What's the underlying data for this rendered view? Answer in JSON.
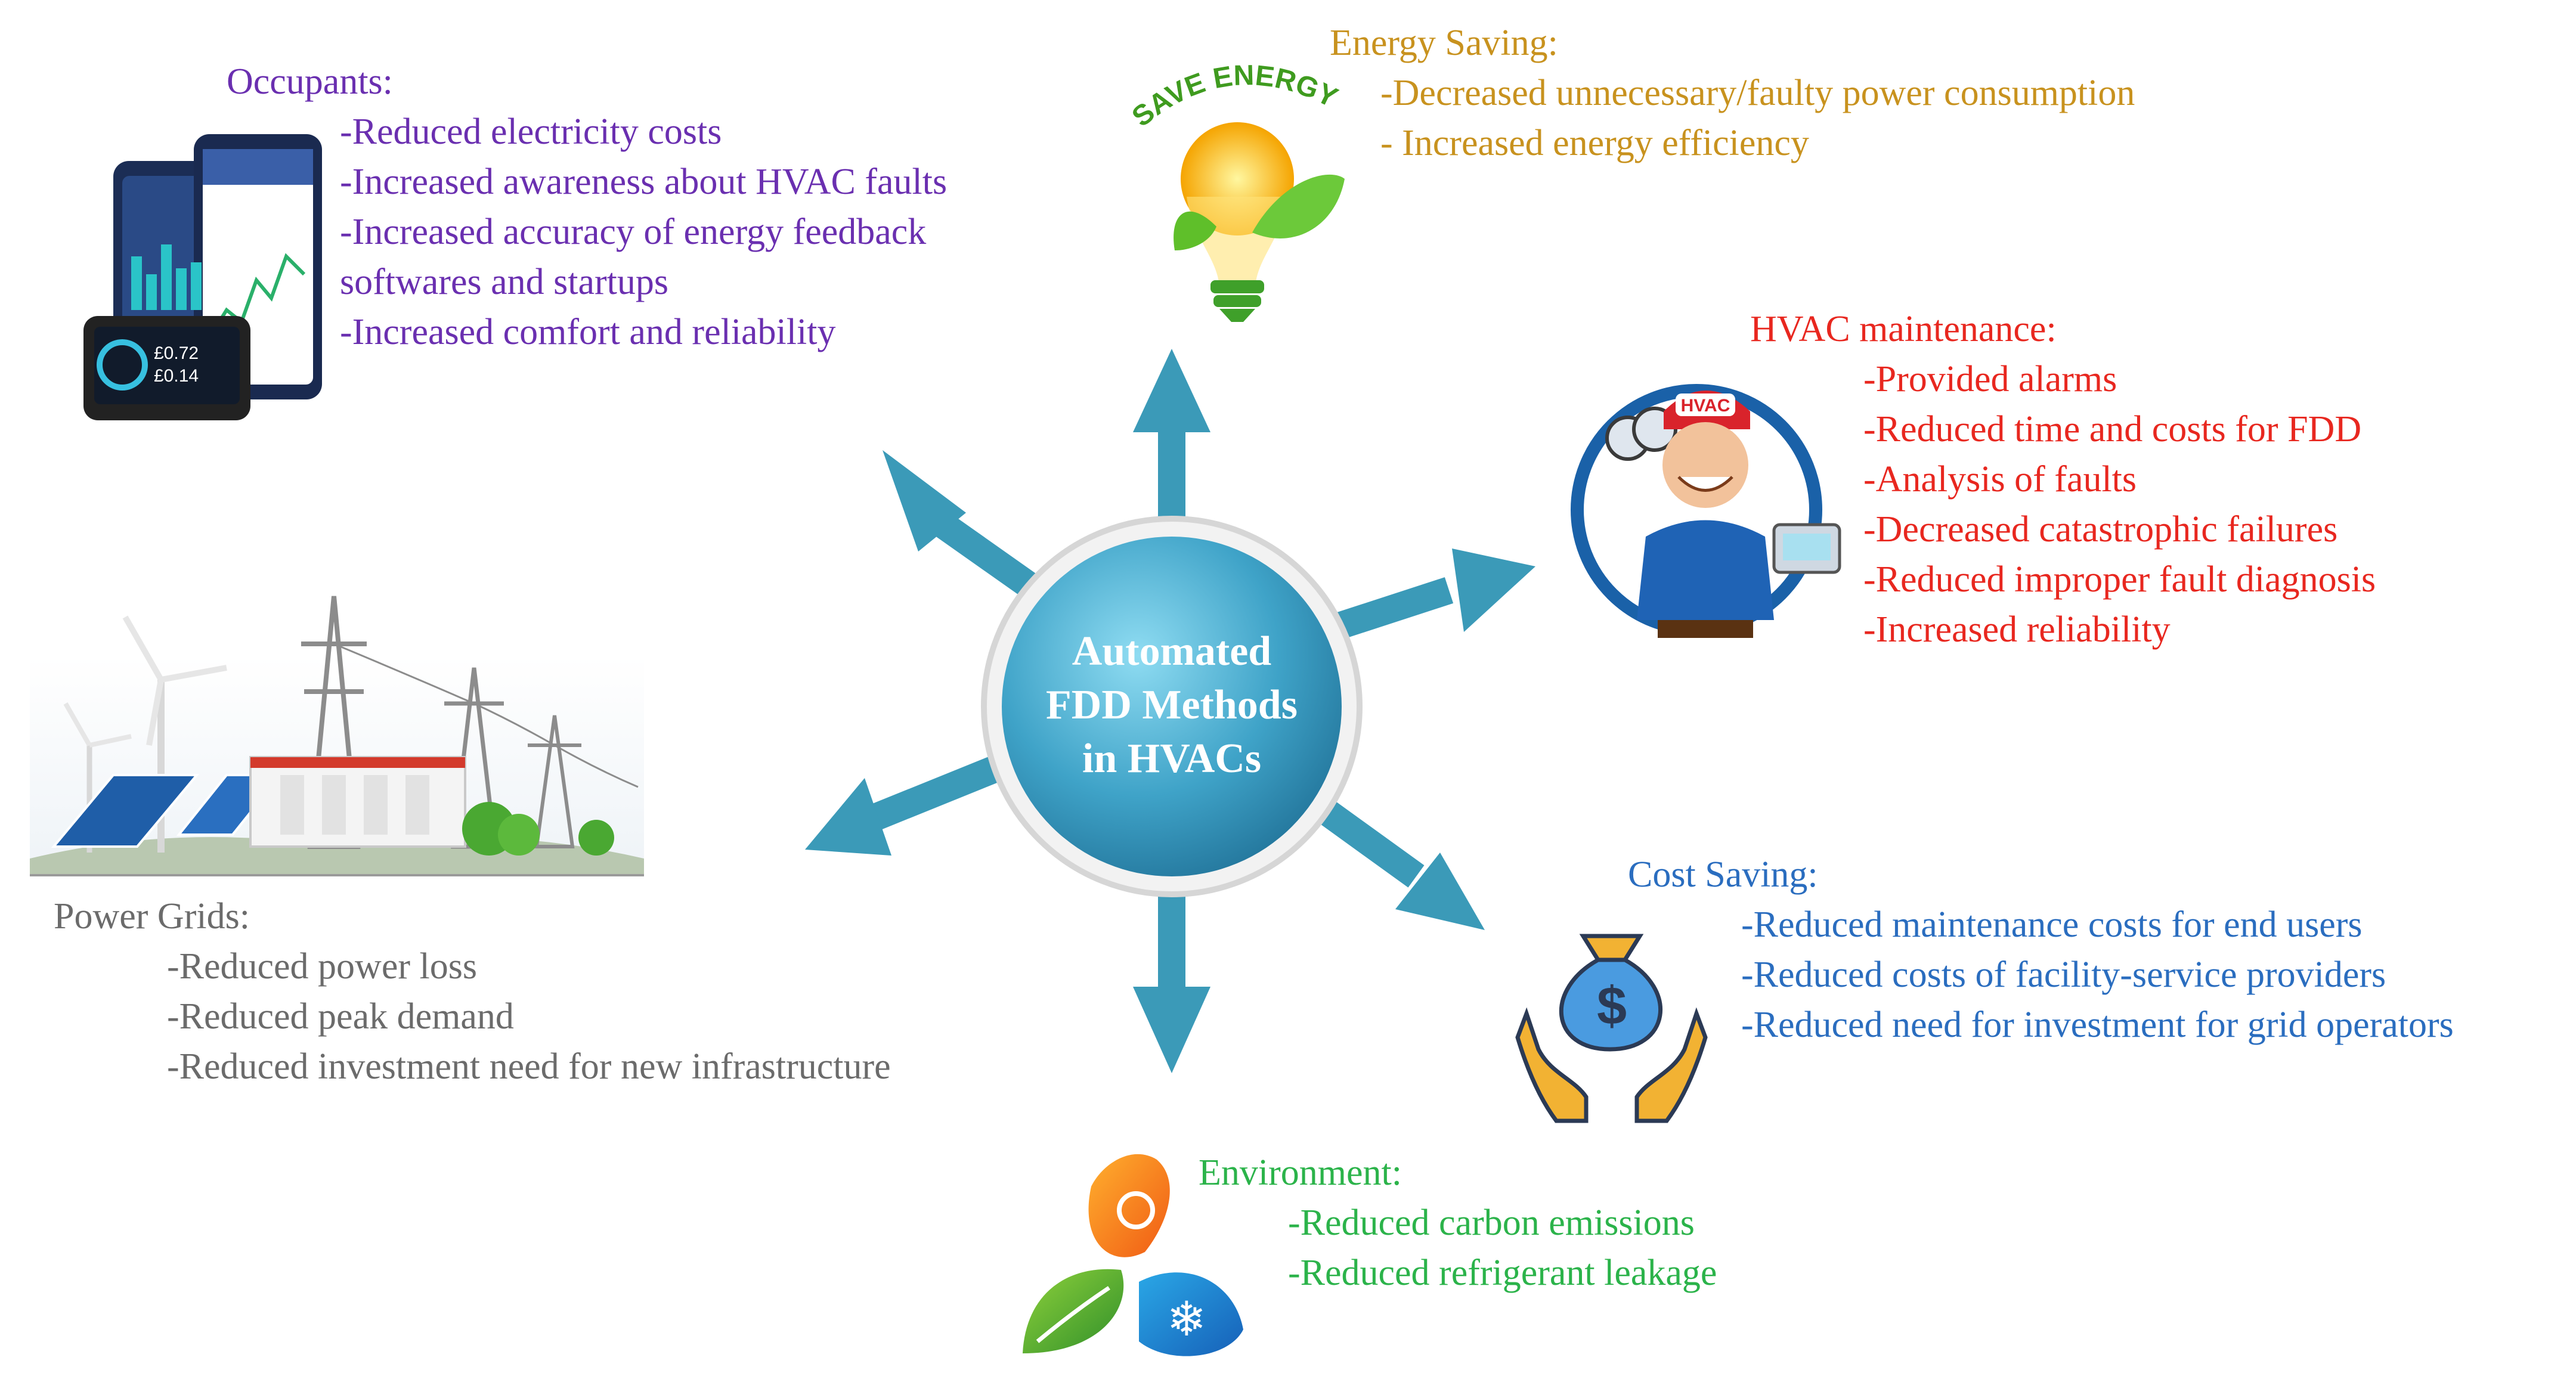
{
  "colors": {
    "occupants": "#6a2fb0",
    "energy_saving": "#c8921e",
    "hvac_maintenance": "#e8271f",
    "cost_saving": "#2a6dbf",
    "environment": "#2bb34a",
    "power_grids": "#6b6b6b",
    "arrow": "#3b9ab8",
    "center_dark": "#1f6f95",
    "center_light": "#7fd0ea"
  },
  "center": {
    "lines": [
      "Automated",
      "FDD Methods",
      "in HVACs"
    ]
  },
  "occupants": {
    "heading": "Occupants:",
    "items": [
      "-Reduced electricity costs",
      "-Increased awareness about HVAC faults",
      "-Increased accuracy of energy feedback",
      "softwares and startups",
      "-Increased comfort and reliability"
    ],
    "device_values": [
      "£0.72",
      "£0.14"
    ],
    "icon": "smart-meter-phone-icon"
  },
  "energy_saving": {
    "heading": "Energy Saving:",
    "items": [
      "-Decreased unnecessary/faulty power consumption",
      "- Increased energy efficiency"
    ],
    "badge": "SAVE ENERGY",
    "icon": "light-bulb-leaves-icon"
  },
  "hvac_maintenance": {
    "heading": "HVAC maintenance:",
    "items": [
      "-Provided alarms",
      "-Reduced time and costs for FDD",
      "-Analysis of faults",
      "-Decreased catastrophic failures",
      "-Reduced improper fault diagnosis",
      "-Increased reliability"
    ],
    "cap_text": "HVAC",
    "icon": "hvac-technician-icon"
  },
  "cost_saving": {
    "heading": "Cost Saving:",
    "items": [
      "-Reduced maintenance costs for end users",
      "-Reduced costs of facility-service providers",
      "-Reduced need for investment for grid operators"
    ],
    "symbol": "$",
    "icon": "money-bag-hands-icon"
  },
  "environment": {
    "heading": "Environment:",
    "items": [
      "-Reduced carbon emissions",
      "-Reduced refrigerant leakage"
    ],
    "icon": "sun-leaf-snowflake-icon"
  },
  "power_grids": {
    "heading": "Power Grids:",
    "items": [
      "-Reduced power loss",
      "-Reduced peak demand",
      "-Reduced investment need for new  infrastructure"
    ],
    "icon": "power-grid-scene-icon"
  }
}
